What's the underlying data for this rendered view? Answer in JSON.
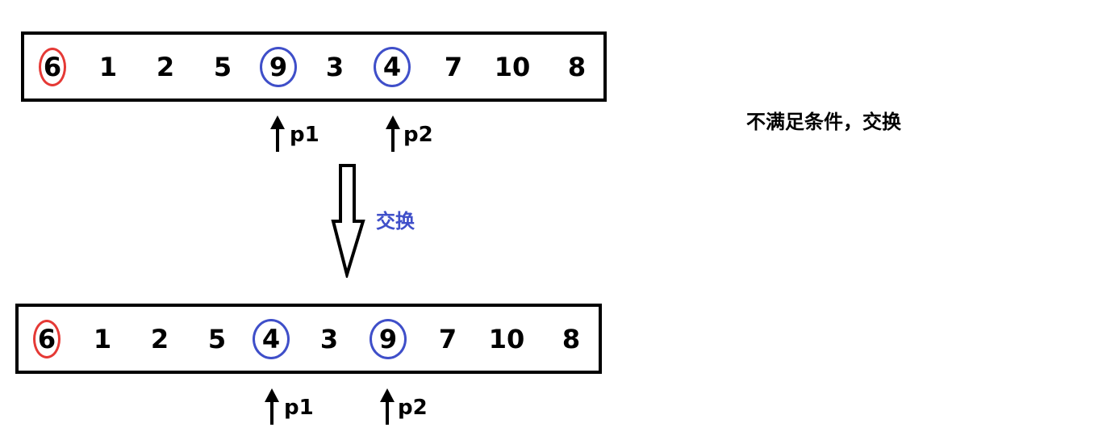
{
  "top_array": {
    "values": [
      "6",
      "1",
      "2",
      "5",
      "9",
      "3",
      "4",
      "7",
      "10",
      "8"
    ],
    "highlights": [
      {
        "index": 0,
        "color": "#e53935",
        "role": "pivot"
      },
      {
        "index": 4,
        "color": "#3f4fc9",
        "role": "p1"
      },
      {
        "index": 6,
        "color": "#3f4fc9",
        "role": "p2"
      }
    ],
    "pointers": [
      {
        "label": "p1",
        "index": 4
      },
      {
        "label": "p2",
        "index": 6
      }
    ]
  },
  "bottom_array": {
    "values": [
      "6",
      "1",
      "2",
      "5",
      "4",
      "3",
      "9",
      "7",
      "10",
      "8"
    ],
    "highlights": [
      {
        "index": 0,
        "color": "#e53935",
        "role": "pivot"
      },
      {
        "index": 4,
        "color": "#3f4fc9",
        "role": "p1"
      },
      {
        "index": 6,
        "color": "#3f4fc9",
        "role": "p2"
      }
    ],
    "pointers": [
      {
        "label": "p1",
        "index": 4
      },
      {
        "label": "p2",
        "index": 6
      }
    ]
  },
  "transition": {
    "label": "交换",
    "label_color": "#3f4fc9"
  },
  "note": {
    "text": "不满足条件，交换"
  },
  "colors": {
    "pivot": "#e53935",
    "pointer_ring": "#3f4fc9",
    "stroke": "#000000"
  }
}
